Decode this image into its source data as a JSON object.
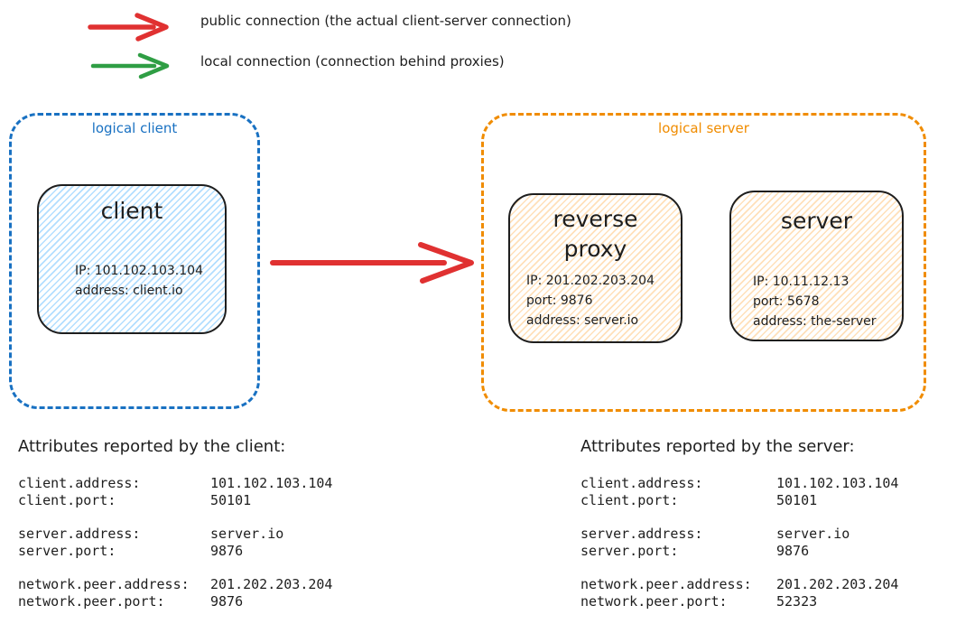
{
  "colors": {
    "public_connection_red": "#e03131",
    "local_connection_green": "#2f9e44",
    "logical_client_blue": "#1971c2",
    "logical_server_orange": "#f08c00",
    "client_node_fill": "#a5d8ff",
    "server_node_fill": "#ffd8a8",
    "ink": "#1e1e1e"
  },
  "legend": {
    "public": {
      "label": "public connection (the actual client-server connection)"
    },
    "local": {
      "label": "local connection (connection behind proxies)"
    }
  },
  "diagram": {
    "logical_client": {
      "label": "logical client",
      "client_node": {
        "title": "client",
        "lines": [
          "IP: 101.102.103.104",
          "address: client.io"
        ]
      }
    },
    "logical_server": {
      "label": "logical server",
      "reverse_proxy_node": {
        "title": "reverse proxy",
        "lines": [
          "IP: 201.202.203.204",
          "port: 9876",
          "address: server.io"
        ]
      },
      "server_node": {
        "title": "server",
        "lines": [
          "IP: 10.11.12.13",
          "port: 5678",
          "address: the-server"
        ]
      }
    }
  },
  "client_attributes": {
    "heading": "Attributes reported by the client:",
    "rows": [
      {
        "key": "client.address:",
        "value": "101.102.103.104"
      },
      {
        "key": "client.port:",
        "value": "50101"
      },
      {
        "key": "server.address:",
        "value": "server.io"
      },
      {
        "key": "server.port:",
        "value": "9876"
      },
      {
        "key": "network.peer.address:",
        "value": "201.202.203.204"
      },
      {
        "key": "network.peer.port:",
        "value": "9876"
      }
    ]
  },
  "server_attributes": {
    "heading": "Attributes reported by the server:",
    "rows": [
      {
        "key": "client.address:",
        "value": "101.102.103.104"
      },
      {
        "key": "client.port:",
        "value": "50101"
      },
      {
        "key": "server.address:",
        "value": "server.io"
      },
      {
        "key": "server.port:",
        "value": "9876"
      },
      {
        "key": "network.peer.address:",
        "value": "201.202.203.204"
      },
      {
        "key": "network.peer.port:",
        "value": "52323"
      }
    ]
  }
}
